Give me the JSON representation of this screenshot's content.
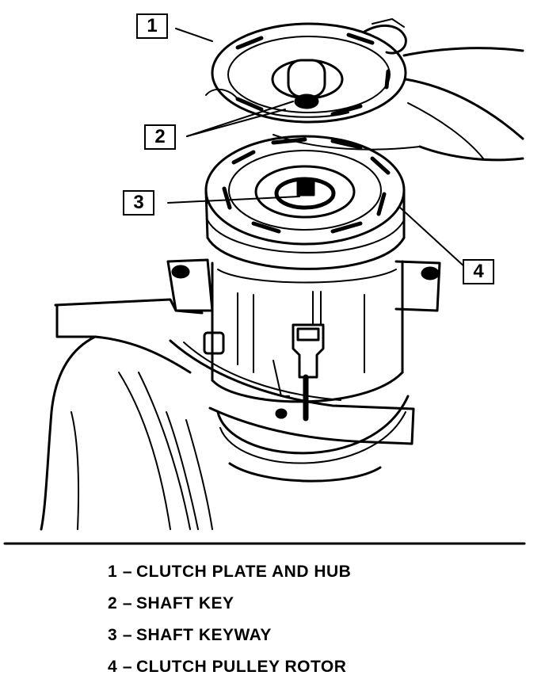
{
  "callouts": {
    "c1": "1",
    "c2": "2",
    "c3": "3",
    "c4": "4"
  },
  "legend": [
    {
      "num": "1",
      "text": "CLUTCH PLATE AND HUB"
    },
    {
      "num": "2",
      "text": "SHAFT KEY"
    },
    {
      "num": "3",
      "text": "SHAFT KEYWAY"
    },
    {
      "num": "4",
      "text": "CLUTCH PULLEY ROTOR"
    }
  ],
  "colors": {
    "ink": "#000000",
    "paper": "#ffffff"
  }
}
